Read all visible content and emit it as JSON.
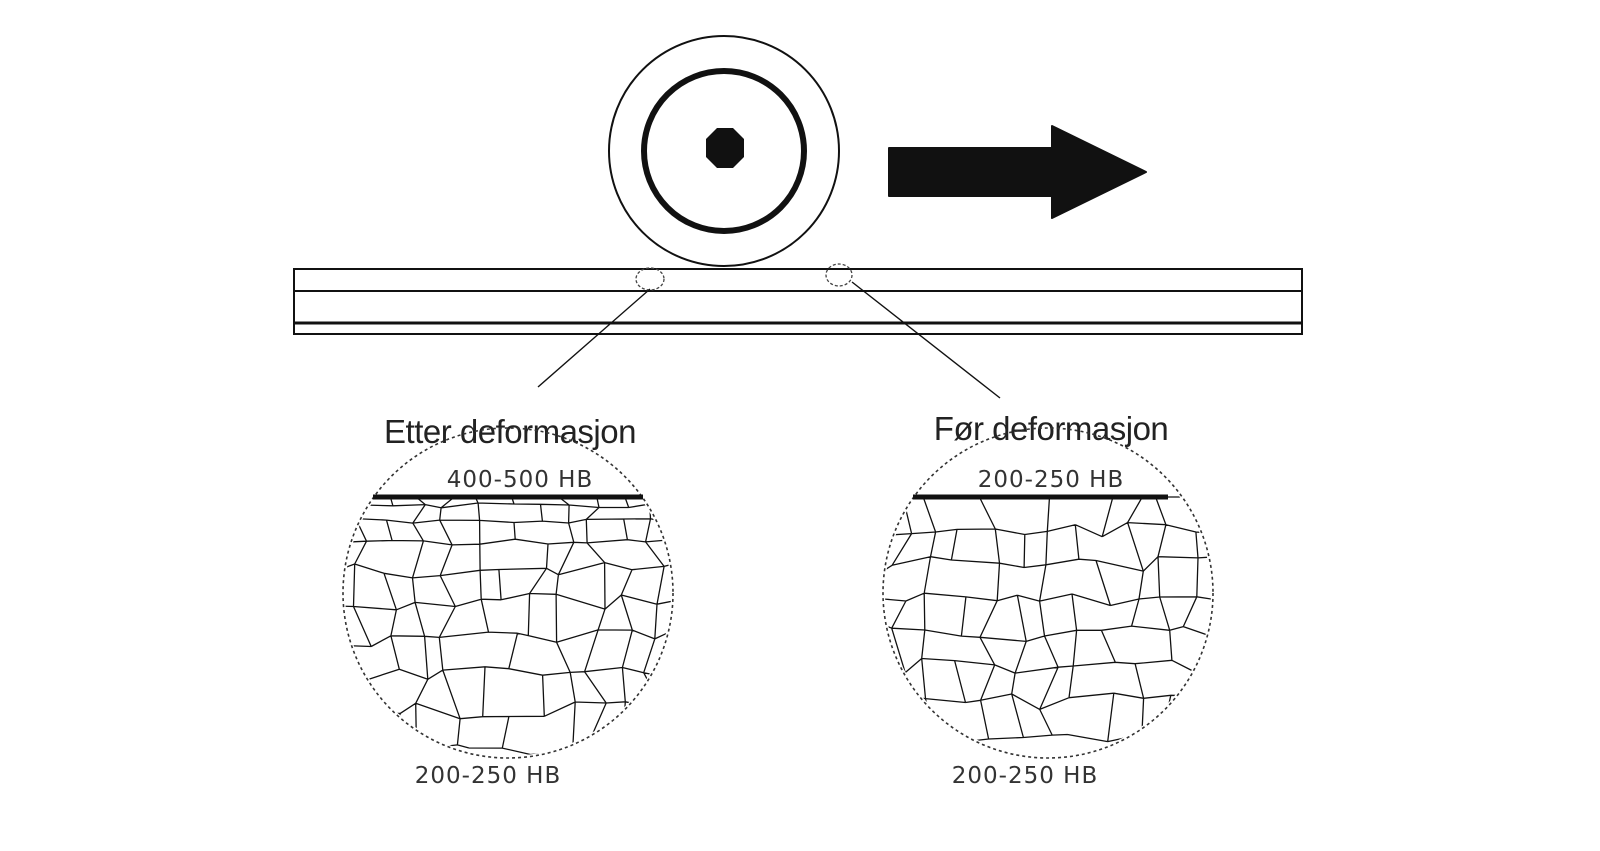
{
  "left_panel": {
    "heading": "Etter deformasjon",
    "surface_hardness": "400-500 HB",
    "core_hardness": "200-250 HB"
  },
  "right_panel": {
    "heading": "Før deformasjon",
    "surface_hardness": "200-250 HB",
    "core_hardness": "200-250 HB"
  },
  "icons": {
    "roller": "roller-icon",
    "direction": "arrow-right-icon"
  },
  "colors": {
    "ink": "#111111",
    "background": "#ffffff"
  }
}
